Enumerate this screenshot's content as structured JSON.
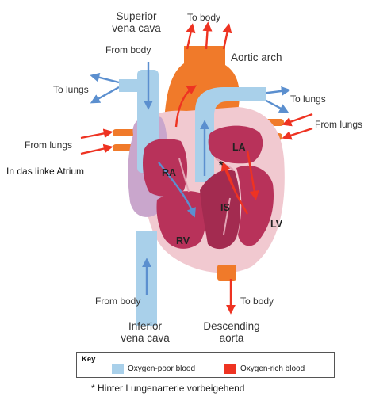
{
  "labels": {
    "superior_vena_cava": [
      "Superior",
      "vena cava"
    ],
    "to_body_top": "To body",
    "aortic_arch": "Aortic arch",
    "from_body_top": "From body",
    "to_lungs_left": "To lungs",
    "to_lungs_right": "To lungs",
    "from_lungs_right": "From lungs",
    "from_lungs_left": "From lungs",
    "german_note": "In das linke Atrium",
    "from_body_bottom": "From body",
    "to_body_bottom": "To body",
    "inferior_vena_cava": [
      "Inferior",
      "vena cava"
    ],
    "descending_aorta": [
      "Descending",
      "aorta"
    ],
    "asterisk": "*"
  },
  "chambers": {
    "ra": "RA",
    "la": "LA",
    "is": "IS",
    "lv": "LV",
    "rv": "RV"
  },
  "key": {
    "title": "Key",
    "items": [
      {
        "label": "Oxygen-poor blood",
        "color": "#a9d0ea"
      },
      {
        "label": "Oxygen-rich blood",
        "color": "#ee3322"
      }
    ]
  },
  "footnote": "* Hinter Lungenarterie vorbeigehend",
  "colors": {
    "vein_blue": "#a9d0ea",
    "arrow_blue": "#5b8fcf",
    "artery_orange": "#f07a2a",
    "arrow_red": "#ee3322",
    "heart_outer": "#f1c9d0",
    "heart_muscle": "#b8325a",
    "atrium_lavender": "#c9a6cc"
  }
}
